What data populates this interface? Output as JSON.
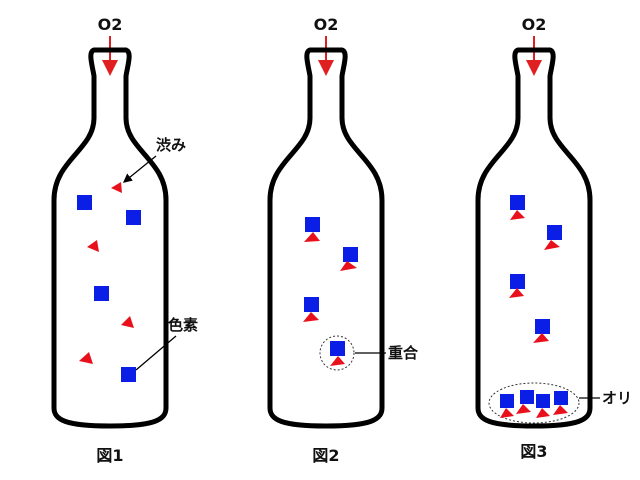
{
  "colors": {
    "outline": "#000000",
    "arrow": "#e02020",
    "pigment": "#0a1ee6",
    "tannin": "#e8101a"
  },
  "oxygen_label": "O2",
  "figures": [
    {
      "caption": "図1",
      "annotations": [
        {
          "text": "渋み",
          "points_to": "tannin"
        },
        {
          "text": "色素",
          "points_to": "pigment"
        }
      ]
    },
    {
      "caption": "図2",
      "annotations": [
        {
          "text": "重合",
          "points_to": "polymer"
        }
      ]
    },
    {
      "caption": "図3",
      "annotations": [
        {
          "text": "オリ",
          "points_to": "sediment"
        }
      ]
    }
  ]
}
